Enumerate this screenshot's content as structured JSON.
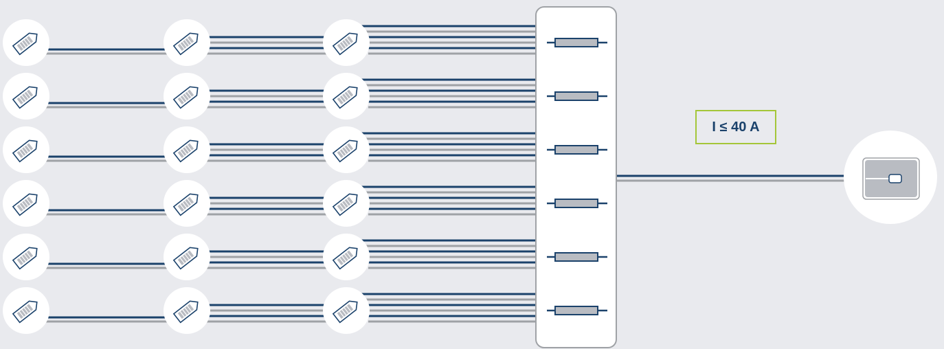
{
  "diagram": {
    "current_label": "I ≤ 40 A",
    "rows": 6,
    "modules_per_row": 3,
    "fuses": 6,
    "colors": {
      "background": "#e9eaee",
      "cable_dark": "#1b426b",
      "cable_light": "#9fa2a6",
      "label_border": "#a4c639",
      "fuse_fill": "#b9bcc2",
      "circle": "#ffffff"
    },
    "icons": {
      "module": "solar-module-icon",
      "fuse": "fuse-icon",
      "inverter": "inverter-icon",
      "combiner": "combiner-box"
    }
  }
}
